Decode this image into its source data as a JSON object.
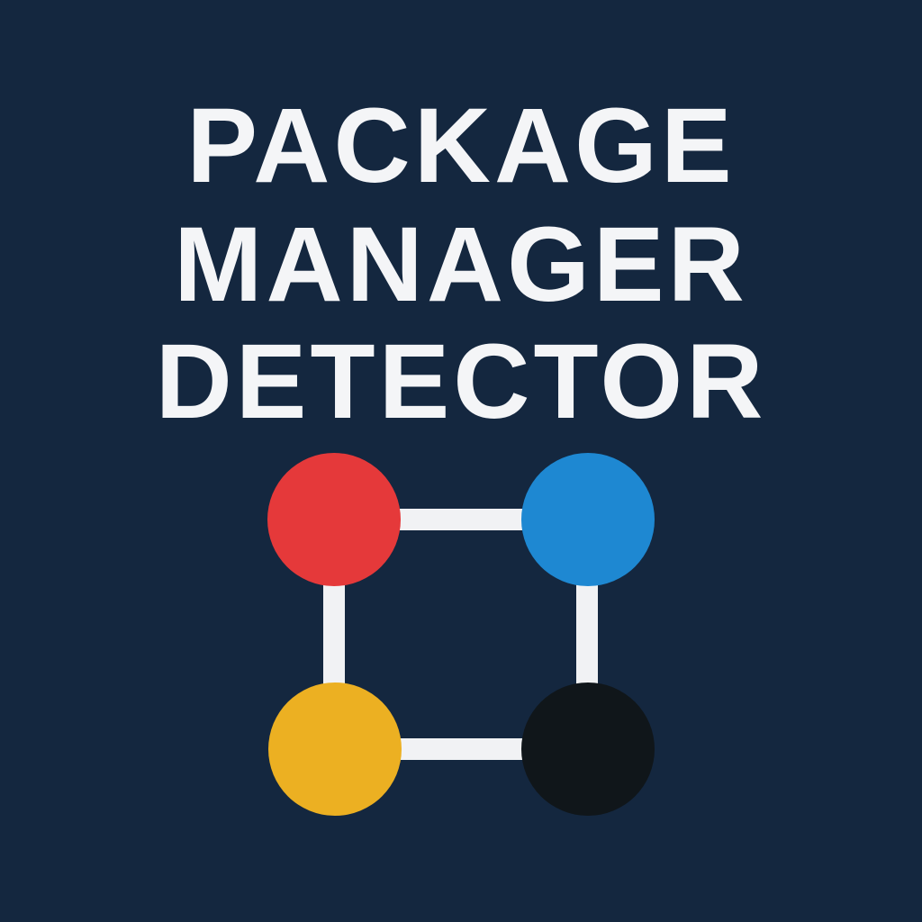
{
  "title": {
    "lines": [
      "PACKAGE",
      "MANAGER",
      "DETECTOR"
    ]
  },
  "logo": {
    "name": "connected-nodes-graph",
    "nodes": [
      {
        "position": "top-left",
        "color": "#e5393a"
      },
      {
        "position": "top-right",
        "color": "#1e88d2"
      },
      {
        "position": "bottom-left",
        "color": "#ecb022"
      },
      {
        "position": "bottom-right",
        "color": "#10161a"
      }
    ],
    "connector_color": "#f1f2f4"
  },
  "colors": {
    "background": "#14273f",
    "text": "#f4f5f7"
  }
}
